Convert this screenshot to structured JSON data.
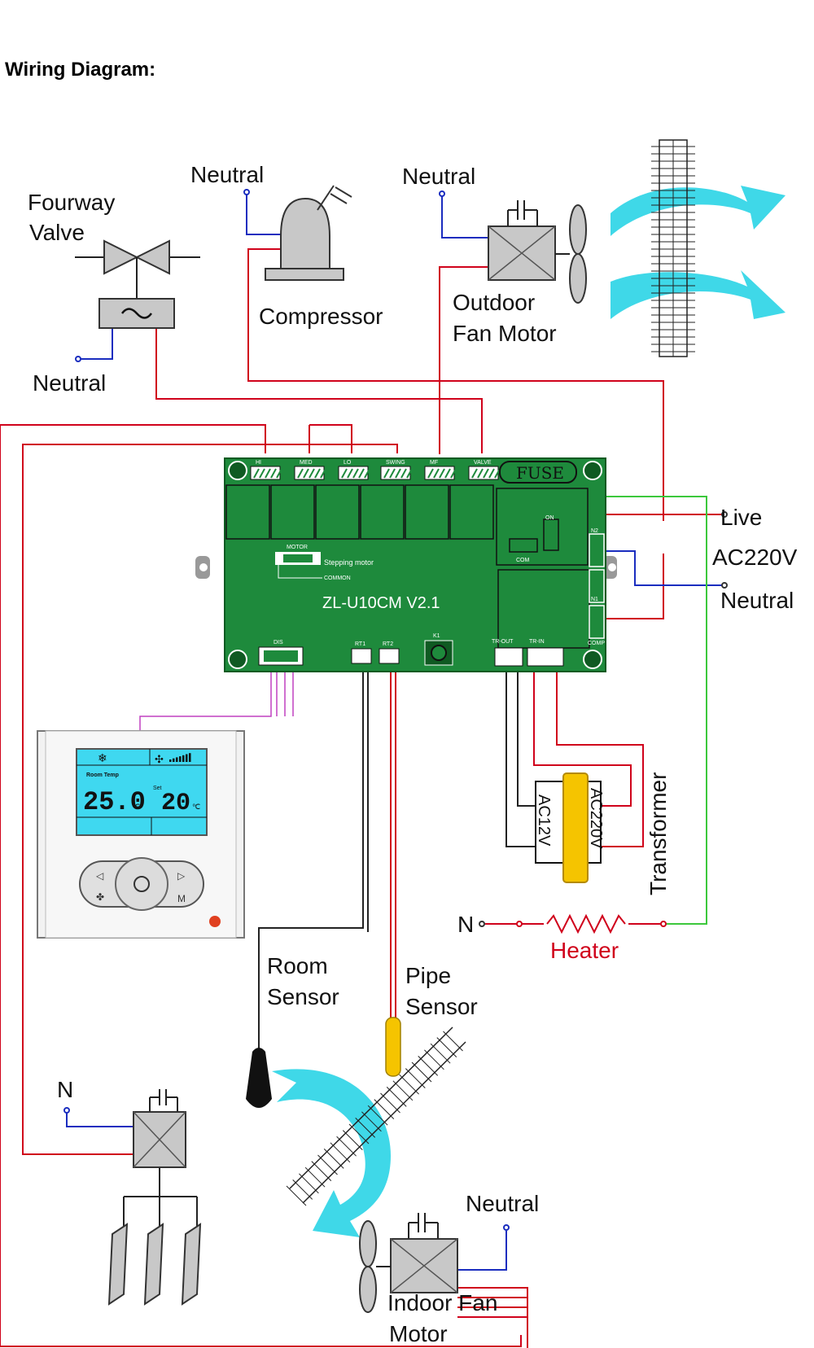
{
  "title": "Wiring Diagram:",
  "labels": {
    "fourway_valve_1": "Fourway",
    "fourway_valve_2": "Valve",
    "neutral_valve": "Neutral",
    "neutral_compressor": "Neutral",
    "compressor": "Compressor",
    "neutral_outdoor_fan": "Neutral",
    "outdoor_fan_1": "Outdoor",
    "outdoor_fan_2": "Fan Motor",
    "live": "Live",
    "ac220v": "AC220V",
    "neutral_power": "Neutral",
    "transformer": "Transformer",
    "transformer_secondary": "AC12V",
    "transformer_primary": "AC220V",
    "heater_n": "N",
    "heater": "Heater",
    "room_sensor_1": "Room",
    "room_sensor_2": "Sensor",
    "pipe_sensor_1": "Pipe",
    "pipe_sensor_2": "Sensor",
    "swing_n": "N",
    "neutral_indoor_fan": "Neutral",
    "indoor_fan_1": "Indoor Fan",
    "indoor_fan_2": "Motor"
  },
  "board": {
    "model": "ZL-U10CM V2.1",
    "fuse": "FUSE",
    "terminals": [
      "HI",
      "MED",
      "LO",
      "SWING",
      "MF",
      "VALVE"
    ],
    "motor": "MOTOR",
    "stepping_motor": "Stepping motor",
    "common": "COMMON",
    "dis": "DIS",
    "rt1": "RT1",
    "rt2": "RT2",
    "k1": "K1",
    "tr_out": "TR-OUT",
    "tr_in": "TR-IN",
    "com": "COM",
    "on": "ON",
    "n2": "N2",
    "n1": "N1",
    "comp": "COMP"
  },
  "thermostat": {
    "room_temp_label": "Room Temp",
    "room_temp": "25.0",
    "set_label": "Set",
    "set_temp": "20",
    "unit": "℃",
    "mode_label": "M"
  },
  "colors": {
    "board": "#1e8a3c",
    "live_wire": "#d0021b",
    "neutral_wire": "#1a2dbf",
    "ground_wire": "#3cc83c",
    "airflow": "#3fd8e8",
    "lcd": "#3fd8f0"
  }
}
